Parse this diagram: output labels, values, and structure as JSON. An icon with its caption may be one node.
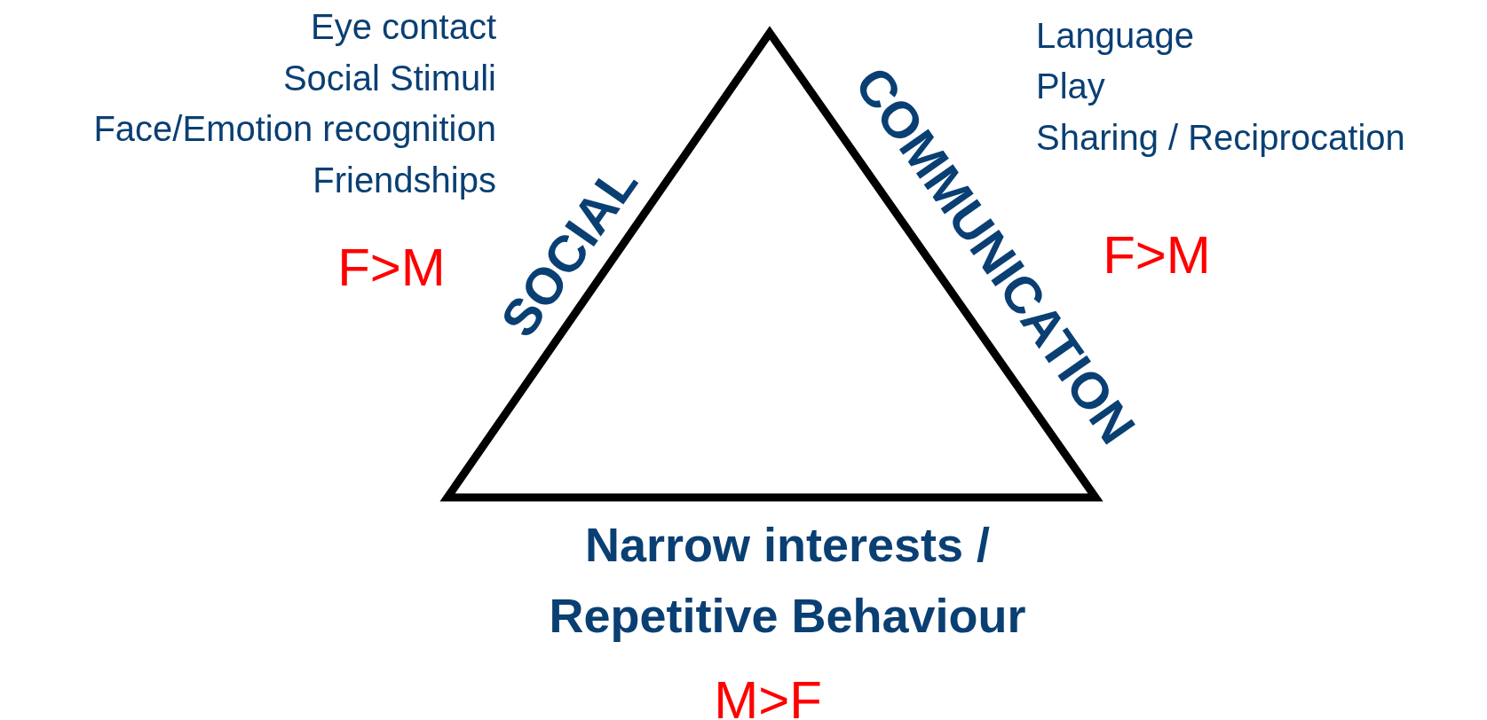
{
  "diagram": {
    "labels": [
      "Eye contact",
      "Social Stimuli",
      "Face/Emotion recognition",
      "Friendships",
      "Language",
      "Play",
      "Sharing / Reciprocation",
      "F>M",
      "SOCIAL",
      "COMMUNICATION",
      "F>M",
      "Narrow interests / Repetitive Behaviour",
      "M>F"
    ]
  }
}
